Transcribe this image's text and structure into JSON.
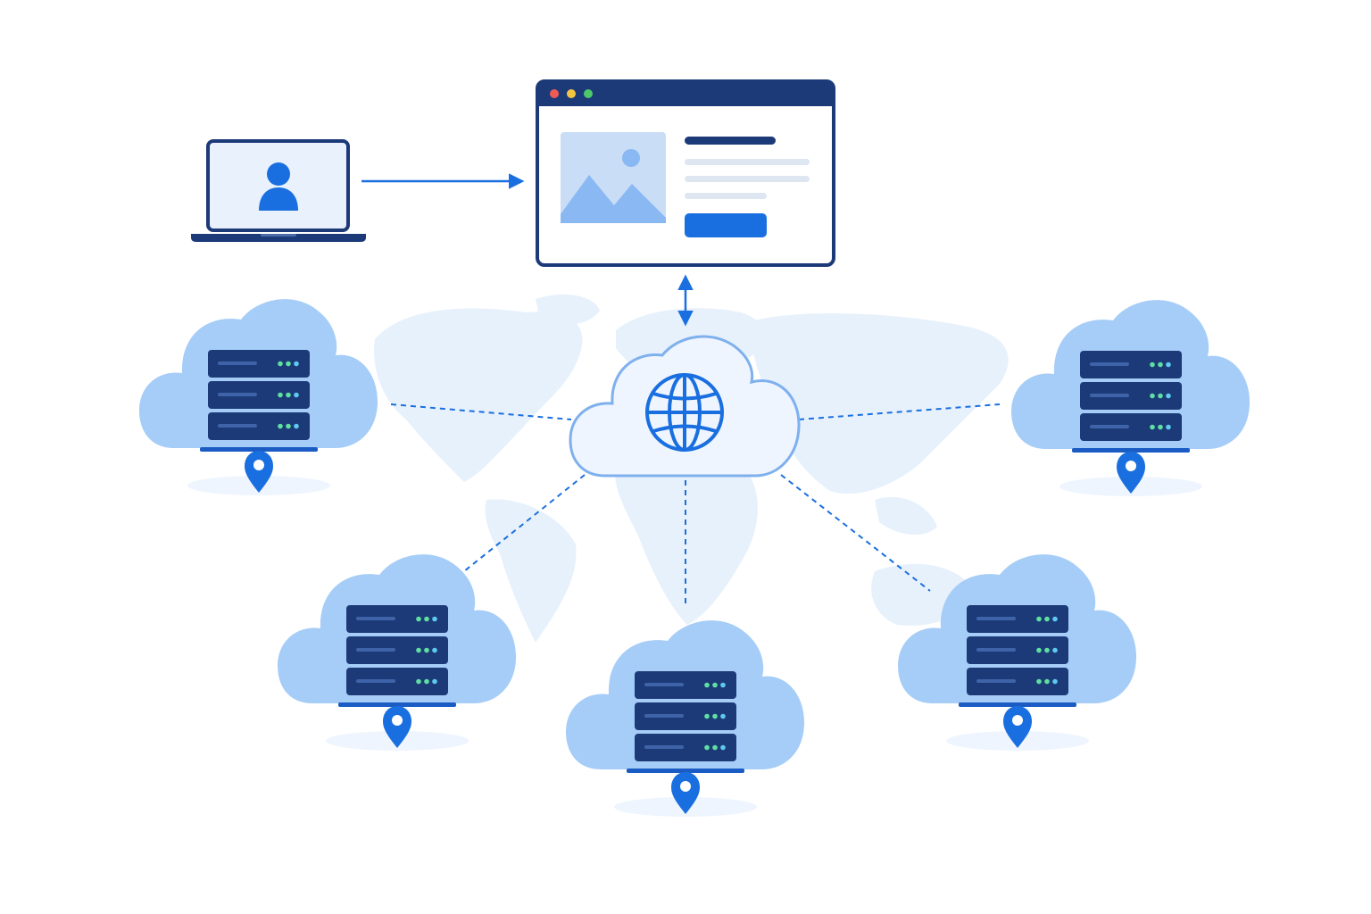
{
  "diagram": {
    "kind": "cdn-network",
    "colors": {
      "background": "#ffffff",
      "map": "#e3effc",
      "navy": "#1c3a78",
      "accent": "#1a6fe0",
      "cloud_fill": "#a6cdf7",
      "cloud_light": "#eef5fe",
      "placeholder": "#c9ddf6",
      "text_line": "#dde6f1",
      "led_green": "#5fe0a0",
      "led_cyan": "#5fc9f0",
      "dot_red": "#f05a55",
      "dot_yellow": "#f5c542",
      "dot_green": "#4cc96b"
    },
    "client": {
      "device": "laptop-icon",
      "person": "user-icon"
    },
    "website": {
      "window": "browser-window",
      "dots": [
        "red",
        "yellow",
        "green"
      ],
      "content": [
        "image-placeholder-icon",
        "heading-line",
        "text-line",
        "text-line",
        "text-line",
        "button"
      ]
    },
    "hub": {
      "shape": "cloud",
      "icon": "globe-icon"
    },
    "edge_servers": [
      {
        "id": "west",
        "icon": "server-rack-icon",
        "marker": "map-pin-icon"
      },
      {
        "id": "east",
        "icon": "server-rack-icon",
        "marker": "map-pin-icon"
      },
      {
        "id": "south-west",
        "icon": "server-rack-icon",
        "marker": "map-pin-icon"
      },
      {
        "id": "south",
        "icon": "server-rack-icon",
        "marker": "map-pin-icon"
      },
      {
        "id": "south-east",
        "icon": "server-rack-icon",
        "marker": "map-pin-icon"
      }
    ],
    "connections": [
      {
        "from": "laptop",
        "to": "website",
        "style": "solid",
        "arrow": "single"
      },
      {
        "from": "website",
        "to": "hub",
        "style": "solid",
        "arrow": "double"
      },
      {
        "from": "hub",
        "to": "west",
        "style": "dashed"
      },
      {
        "from": "hub",
        "to": "east",
        "style": "dashed"
      },
      {
        "from": "hub",
        "to": "south-west",
        "style": "dashed"
      },
      {
        "from": "hub",
        "to": "south",
        "style": "dashed"
      },
      {
        "from": "hub",
        "to": "south-east",
        "style": "dashed"
      }
    ]
  }
}
